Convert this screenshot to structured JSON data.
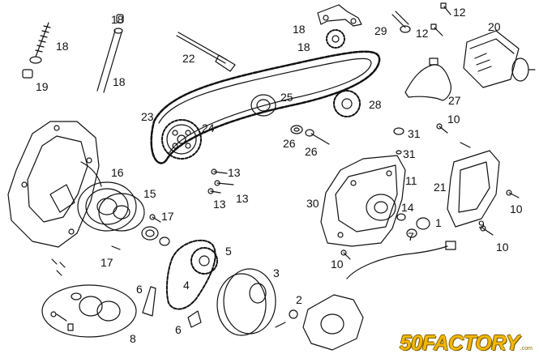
{
  "callouts": [
    {
      "id": "c18a",
      "label": "18"
    },
    {
      "id": "c18b",
      "label": "18"
    },
    {
      "id": "c19",
      "label": "19"
    },
    {
      "id": "c18c",
      "label": "18"
    },
    {
      "id": "c22",
      "label": "22"
    },
    {
      "id": "c18d",
      "label": "18"
    },
    {
      "id": "c18e",
      "label": "18"
    },
    {
      "id": "c29",
      "label": "29"
    },
    {
      "id": "c12a",
      "label": "12"
    },
    {
      "id": "c12b",
      "label": "12"
    },
    {
      "id": "c20",
      "label": "20"
    },
    {
      "id": "c25",
      "label": "25"
    },
    {
      "id": "c28",
      "label": "28"
    },
    {
      "id": "c27",
      "label": "27"
    },
    {
      "id": "c23",
      "label": "23"
    },
    {
      "id": "c24",
      "label": "24"
    },
    {
      "id": "c26a",
      "label": "26"
    },
    {
      "id": "c26b",
      "label": "26"
    },
    {
      "id": "c31a",
      "label": "31"
    },
    {
      "id": "c31b",
      "label": "31"
    },
    {
      "id": "c10a",
      "label": "10"
    },
    {
      "id": "c16",
      "label": "16"
    },
    {
      "id": "c13a",
      "label": "13"
    },
    {
      "id": "c13b",
      "label": "13"
    },
    {
      "id": "c13c",
      "label": "13"
    },
    {
      "id": "c11",
      "label": "11"
    },
    {
      "id": "c21",
      "label": "21"
    },
    {
      "id": "c15",
      "label": "15"
    },
    {
      "id": "c30",
      "label": "30"
    },
    {
      "id": "c14",
      "label": "14"
    },
    {
      "id": "c17a",
      "label": "17"
    },
    {
      "id": "c10b",
      "label": "10"
    },
    {
      "id": "c1",
      "label": "1"
    },
    {
      "id": "c9",
      "label": "9"
    },
    {
      "id": "c7",
      "label": "7"
    },
    {
      "id": "c10c",
      "label": "10"
    },
    {
      "id": "c5",
      "label": "5"
    },
    {
      "id": "c17b",
      "label": "17"
    },
    {
      "id": "c10d",
      "label": "10"
    },
    {
      "id": "c3",
      "label": "3"
    },
    {
      "id": "c4",
      "label": "4"
    },
    {
      "id": "c6a",
      "label": "6"
    },
    {
      "id": "c2",
      "label": "2"
    },
    {
      "id": "c6b",
      "label": "6"
    },
    {
      "id": "c8",
      "label": "8"
    }
  ],
  "watermark": {
    "main": "50FACTORY",
    "sub": ".com"
  },
  "colors": {
    "line": "#111111",
    "background": "#ffffff",
    "logo": "#f2b705"
  }
}
